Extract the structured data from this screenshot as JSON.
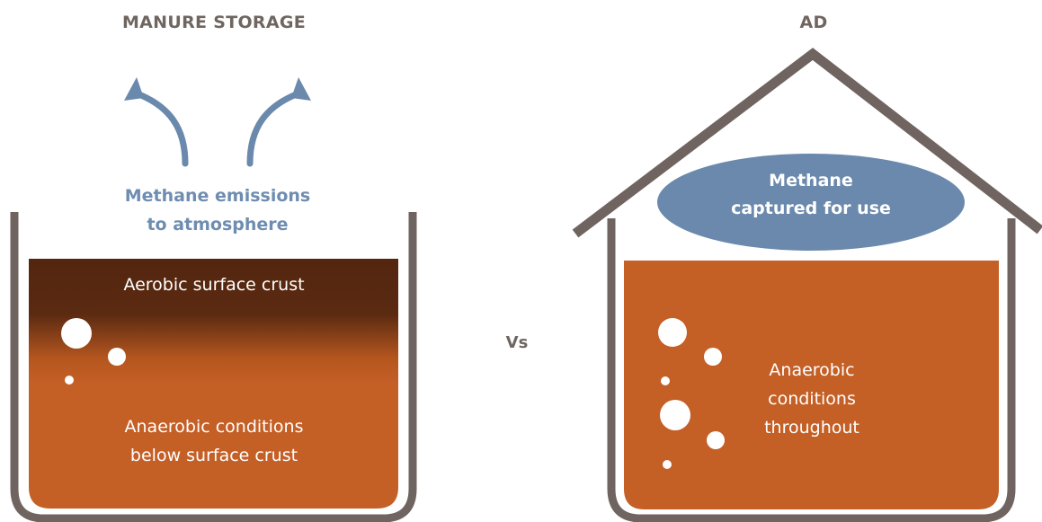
{
  "left_panel": {
    "title": "MANURE STORAGE",
    "emissions_line1": "Methane emissions",
    "emissions_line2": "to atmosphere",
    "crust_label": "Aerobic surface crust",
    "anaerobic_line1": "Anaerobic conditions",
    "anaerobic_line2": "below surface crust"
  },
  "vs_label": "Vs",
  "right_panel": {
    "title": "AD",
    "captured_line1": "Methane",
    "captured_line2": "captured for use",
    "anaerobic_line1": "Anaerobic",
    "anaerobic_line2": "conditions",
    "anaerobic_line3": "throughout"
  },
  "colors": {
    "container_wall": "#706460",
    "slurry": "#c45f26",
    "crust": "#54260f",
    "methane_blue": "#6a89ac",
    "bubble": "#ffffff"
  }
}
